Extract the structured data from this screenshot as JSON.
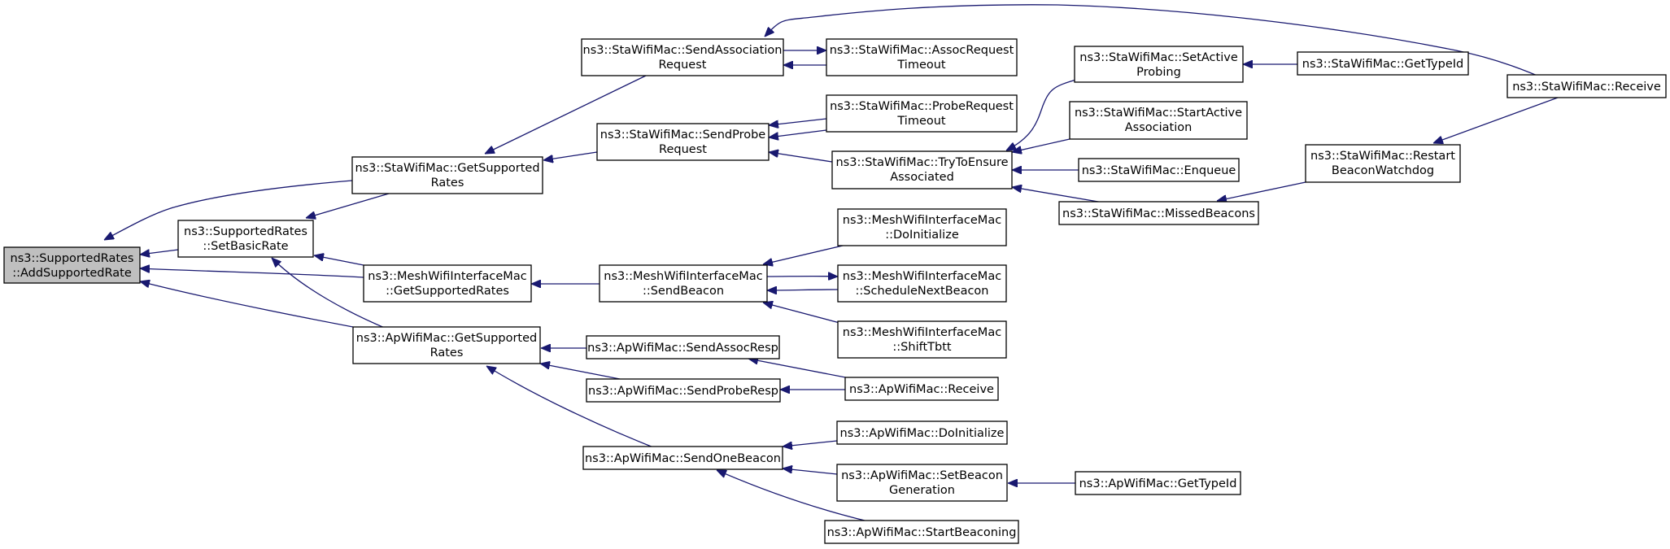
{
  "graph": {
    "nodes": {
      "n1": [
        "ns3::SupportedRates",
        "::AddSupportedRate"
      ],
      "n2": [
        "ns3::SupportedRates",
        "::SetBasicRate"
      ],
      "n3": [
        "ns3::StaWifiMac::GetSupported",
        "Rates"
      ],
      "n4": [
        "ns3::MeshWifiInterfaceMac",
        "::GetSupportedRates"
      ],
      "n5": [
        "ns3::ApWifiMac::GetSupported",
        "Rates"
      ],
      "n6": [
        "ns3::StaWifiMac::SendAssociation",
        "Request"
      ],
      "n7": [
        "ns3::StaWifiMac::SendProbe",
        "Request"
      ],
      "n8": [
        "ns3::MeshWifiInterfaceMac",
        "::SendBeacon"
      ],
      "n9": [
        "ns3::ApWifiMac::SendAssocResp"
      ],
      "n10": [
        "ns3::ApWifiMac::SendProbeResp"
      ],
      "n11": [
        "ns3::ApWifiMac::SendOneBeacon"
      ],
      "n12": [
        "ns3::StaWifiMac::AssocRequest",
        "Timeout"
      ],
      "n13": [
        "ns3::StaWifiMac::ProbeRequest",
        "Timeout"
      ],
      "n14": [
        "ns3::StaWifiMac::TryToEnsure",
        "Associated"
      ],
      "n15": [
        "ns3::MeshWifiInterfaceMac",
        "::DoInitialize"
      ],
      "n16": [
        "ns3::MeshWifiInterfaceMac",
        "::ScheduleNextBeacon"
      ],
      "n17": [
        "ns3::MeshWifiInterfaceMac",
        "::ShiftTbtt"
      ],
      "n18": [
        "ns3::ApWifiMac::Receive"
      ],
      "n19": [
        "ns3::ApWifiMac::DoInitialize"
      ],
      "n20": [
        "ns3::ApWifiMac::SetBeacon",
        "Generation"
      ],
      "n21": [
        "ns3::ApWifiMac::StartBeaconing"
      ],
      "n22": [
        "ns3::StaWifiMac::SetActive",
        "Probing"
      ],
      "n23": [
        "ns3::StaWifiMac::StartActive",
        "Association"
      ],
      "n24": [
        "ns3::StaWifiMac::Enqueue"
      ],
      "n25": [
        "ns3::StaWifiMac::MissedBeacons"
      ],
      "n26": [
        "ns3::StaWifiMac::GetTypeId"
      ],
      "n27": [
        "ns3::StaWifiMac::Restart",
        "BeaconWatchdog"
      ],
      "n28": [
        "ns3::StaWifiMac::Receive"
      ],
      "n29": [
        "ns3::ApWifiMac::GetTypeId"
      ]
    },
    "root_fill": "#bfbfbf",
    "edge_color": "#191970"
  }
}
